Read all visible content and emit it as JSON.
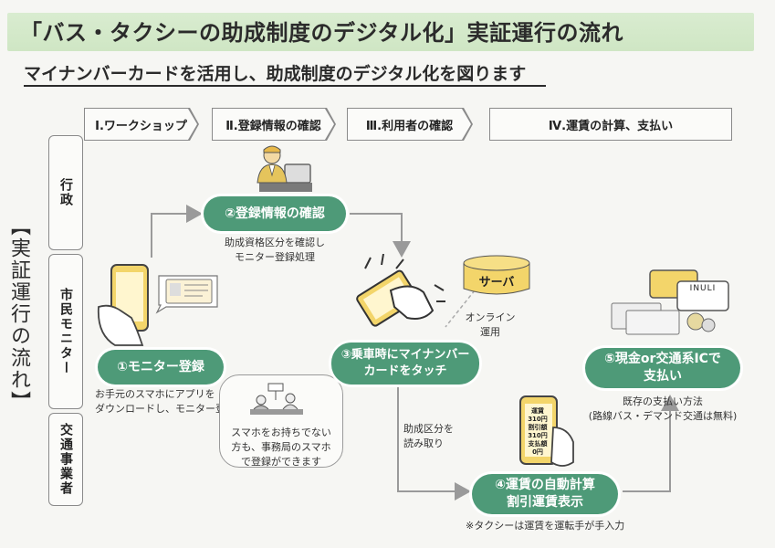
{
  "title": "「バス・タクシーの助成制度のデジタル化」実証運行の流れ",
  "subtitle": "マイナンバーカードを活用し、助成制度のデジタル化を図ります",
  "phases": [
    "Ⅰ.ワークショップ",
    "Ⅱ.登録情報の確認",
    "Ⅲ.利用者の確認",
    "Ⅳ.運賃の計算、支払い"
  ],
  "side_label": "【実証運行の流れ】",
  "rows": [
    "行政",
    "市民モニター",
    "交通事業者"
  ],
  "steps": {
    "s1": {
      "label": "①モニター登録",
      "note_lines": [
        "お手元のスマホにアプリを",
        "ダウンロードし、モニター登録"
      ]
    },
    "s2": {
      "label": "②登録情報の確認",
      "note_lines": [
        "助成資格区分を確認し",
        "モニター登録処理"
      ]
    },
    "s3": {
      "label_lines": [
        "③乗車時にマイナンバー",
        "カードをタッチ"
      ]
    },
    "s4": {
      "label_lines": [
        "④運賃の自動計算",
        "割引運賃表示"
      ],
      "note": "※タクシーは運賃を運転手が手入力"
    },
    "s5": {
      "label_lines": [
        "⑤現金or交通系ICで",
        "支払い"
      ],
      "note_lines": [
        "既存の支払い方法",
        "(路線バス・デマンド交通は無料)"
      ]
    }
  },
  "bubble_lines": [
    "スマホをお持ちでない",
    "方も、事務局のスマホ",
    "で登録ができます"
  ],
  "server": {
    "label": "サーバ",
    "note_lines": [
      "オンライン",
      "運用"
    ]
  },
  "read_lines": [
    "助成区分を",
    "読み取り"
  ],
  "phone_screen_lines": [
    "運賃",
    "310円",
    "割引額",
    "310円",
    "支払額",
    "0円"
  ],
  "ic_card_text": "INULI",
  "colors": {
    "accent": "#4e9a78",
    "banner": "#d3e8c8",
    "arrow": "#9a9a9a"
  }
}
